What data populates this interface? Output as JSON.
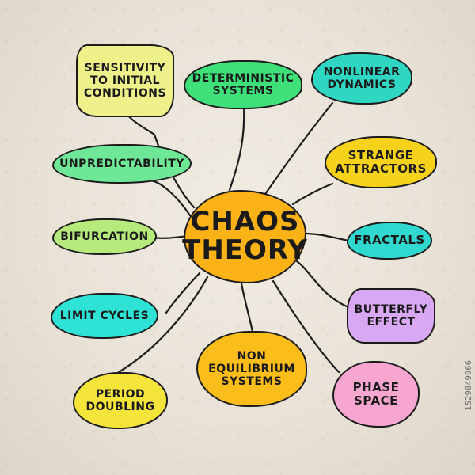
{
  "center": {
    "label": "CHAOS\nTHEORY",
    "color": "#fbb217"
  },
  "nodes": [
    {
      "id": "sensitivity",
      "label": "SENSITIVITY\nTO INITIAL\nCONDITIONS",
      "color": "#eef08a"
    },
    {
      "id": "deterministic",
      "label": "DETERMINISTIC\nSYSTEMS",
      "color": "#3fe07a"
    },
    {
      "id": "nonlinear",
      "label": "NONLINEAR\nDYNAMICS",
      "color": "#2fd6c2"
    },
    {
      "id": "unpredictability",
      "label": "UNPREDICTABILITY",
      "color": "#6ee897"
    },
    {
      "id": "strange",
      "label": "STRANGE\nATTRACTORS",
      "color": "#f7d21a"
    },
    {
      "id": "bifurcation",
      "label": "BIFURCATION",
      "color": "#b7ea7c"
    },
    {
      "id": "fractals",
      "label": "FRACTALS",
      "color": "#2fd9cf"
    },
    {
      "id": "limit",
      "label": "LIMIT CYCLES",
      "color": "#2fe2d6"
    },
    {
      "id": "butterfly",
      "label": "BUTTERFLY\nEFFECT",
      "color": "#d9a8f2"
    },
    {
      "id": "nonequilibrium",
      "label": "NON\nEQUILIBRIUM\nSYSTEMS",
      "color": "#fbbd1a"
    },
    {
      "id": "period",
      "label": "PERIOD\nDOUBLING",
      "color": "#f5e53a"
    },
    {
      "id": "phase",
      "label": "PHASE\nSPACE",
      "color": "#f7a6cf"
    }
  ],
  "watermark": "1529849966"
}
